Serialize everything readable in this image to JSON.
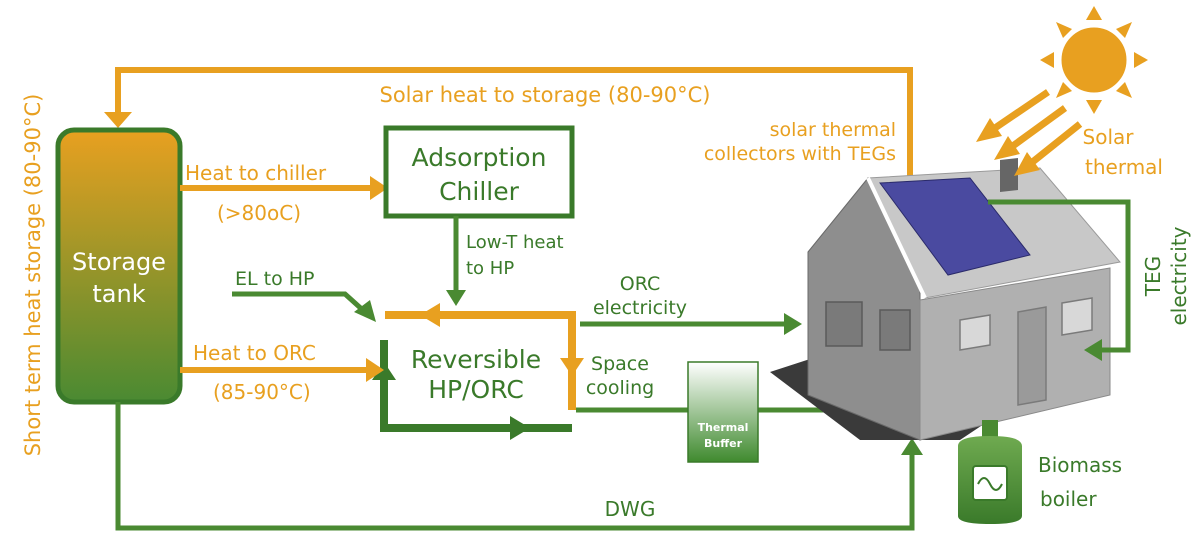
{
  "colors": {
    "orange": "#E8A020",
    "green": "#4A8A32",
    "dark_green": "#3A7A2A",
    "panel_blue": "#4A4AA0",
    "house_gray": "#8C8C8C"
  },
  "labels": {
    "solar_heat_to_storage": "Solar heat to storage (80-90°C)",
    "short_term_storage": "Short term heat storage (80-90°C)",
    "storage_tank_1": "Storage",
    "storage_tank_2": "tank",
    "heat_to_chiller": "Heat to chiller",
    "chiller_temp": "(>80oC)",
    "adsorption_1": "Adsorption",
    "adsorption_2": "Chiller",
    "low_t_heat_1": "Low-T heat",
    "low_t_heat_2": "to HP",
    "el_to_hp": "EL to HP",
    "heat_to_orc": "Heat to ORC",
    "orc_temp": "(85-90°C)",
    "reversible_1": "Reversible",
    "reversible_2": "HP/ORC",
    "orc_electricity_1": "ORC",
    "orc_electricity_2": "electricity",
    "space_cooling_1": "Space",
    "space_cooling_2": "cooling",
    "thermal_buffer_1": "Thermal",
    "thermal_buffer_2": "Buffer",
    "solar_collectors_1": "solar thermal",
    "solar_collectors_2": "collectors with TEGs",
    "solar_thermal_1": "Solar",
    "solar_thermal_2": "thermal",
    "teg_electricity_1": "TEG",
    "teg_electricity_2": "electricity",
    "dwg": "DWG",
    "biomass_1": "Biomass",
    "biomass_2": "boiler"
  }
}
